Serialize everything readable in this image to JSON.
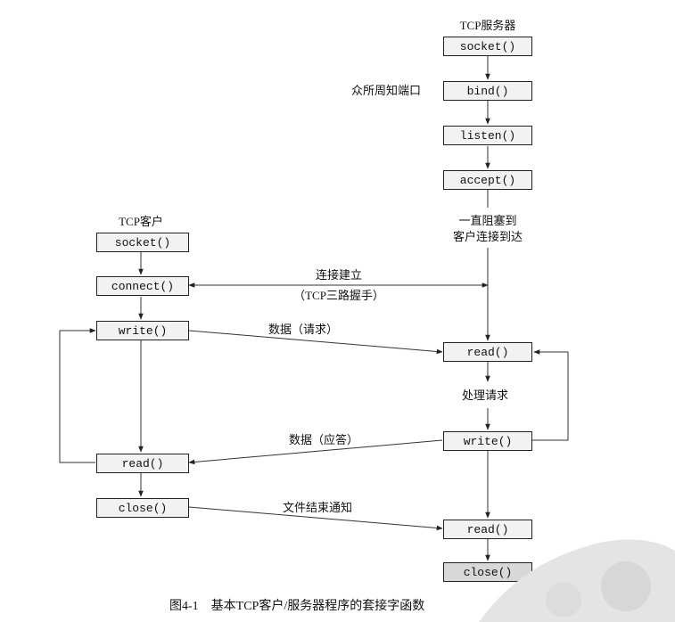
{
  "server": {
    "title": "TCP服务器",
    "socket": "socket()",
    "bind_note": "众所周知端口",
    "bind": "bind()",
    "listen": "listen()",
    "accept": "accept()",
    "block_line1": "一直阻塞到",
    "block_line2": "客户连接到达",
    "read1": "read()",
    "process": "处理请求",
    "write": "write()",
    "read2": "read()",
    "close": "close()"
  },
  "client": {
    "title": "TCP客户",
    "socket": "socket()",
    "connect": "connect()",
    "write": "write()",
    "read": "read()",
    "close": "close()"
  },
  "messages": {
    "connect_line1": "连接建立",
    "connect_line2": "（TCP三路握手）",
    "request": "数据（请求）",
    "reply": "数据（应答）",
    "eof": "文件结束通知"
  },
  "caption": "图4-1　基本TCP客户/服务器程序的套接字函数"
}
